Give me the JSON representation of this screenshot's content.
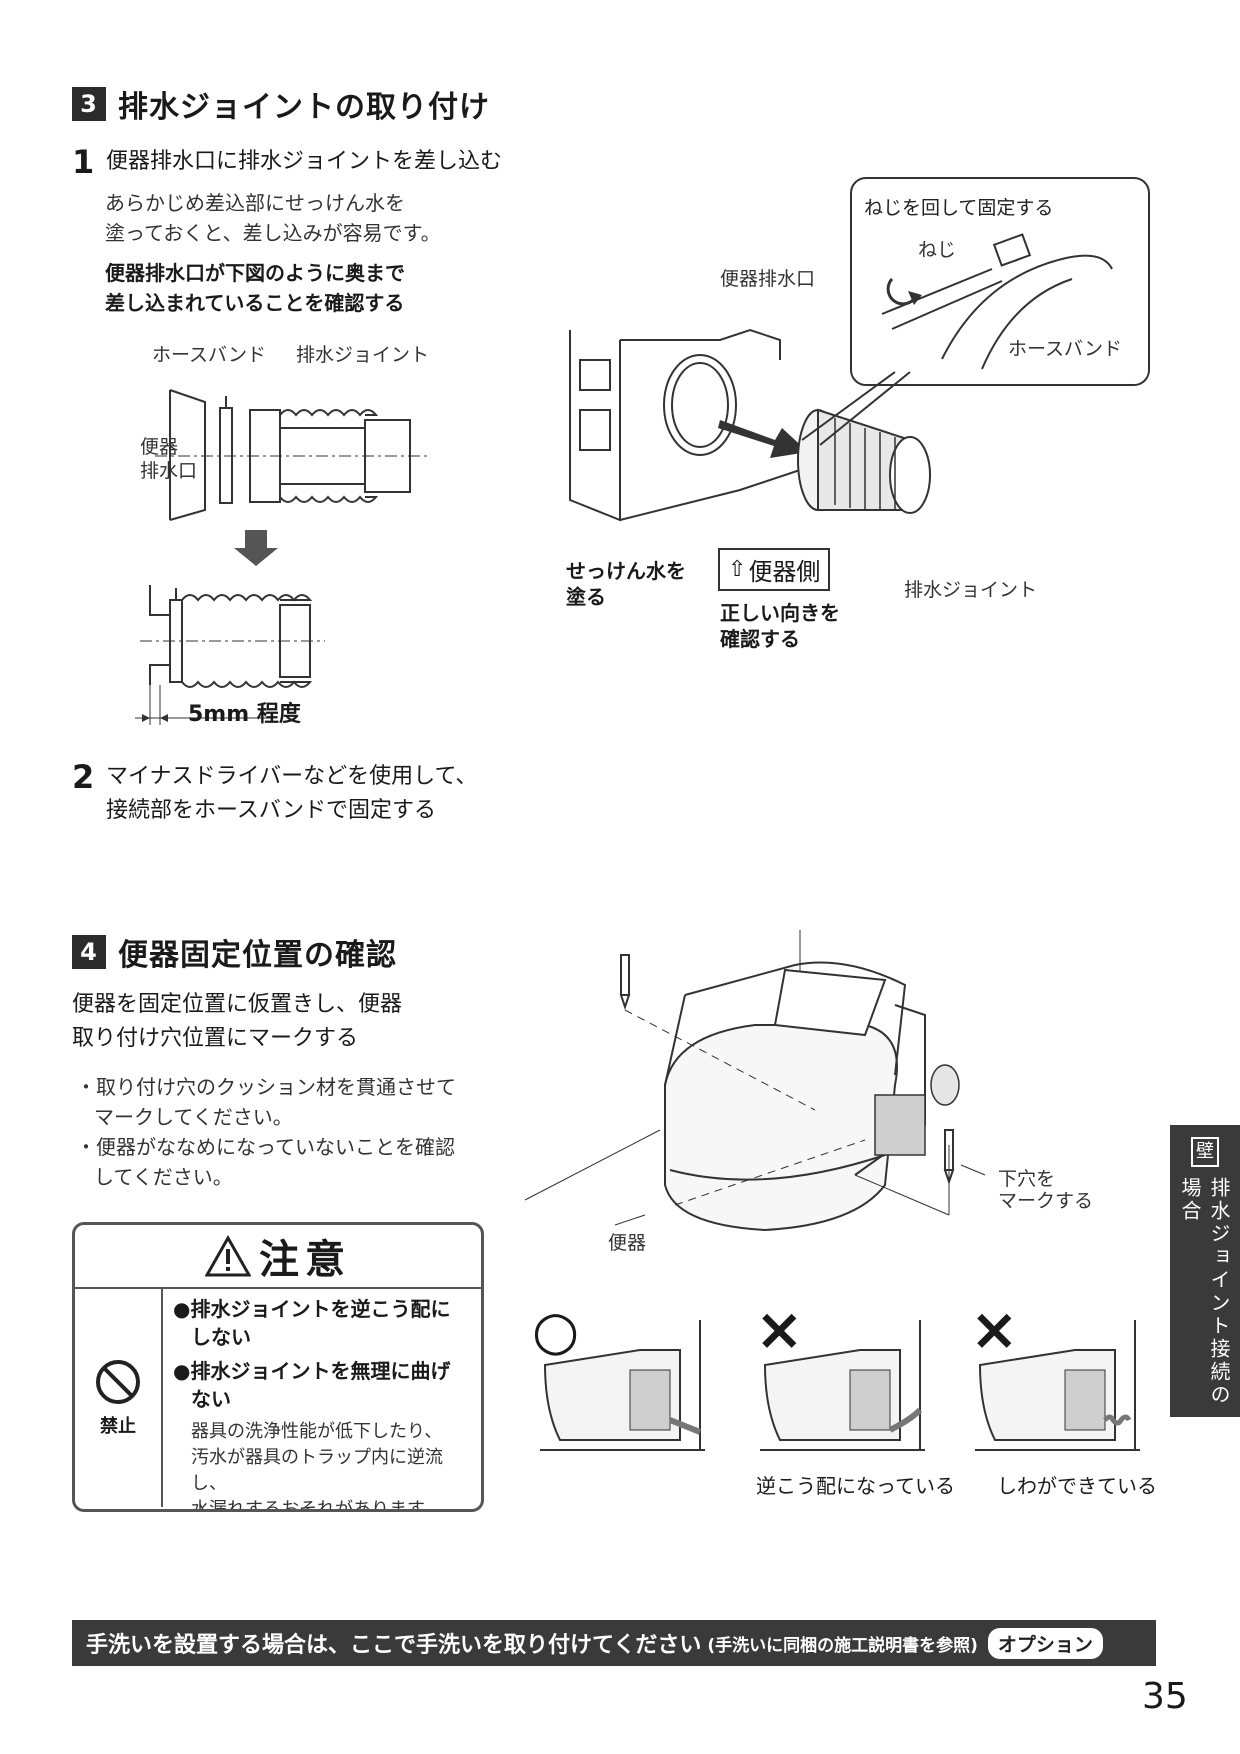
{
  "section3": {
    "number": "3",
    "title": "排水ジョイントの取り付け",
    "step1": {
      "num": "1",
      "text": "便器排水口に排水ジョイントを差し込む",
      "note1": "あらかじめ差込部にせっけん水を",
      "note2": "塗っておくと、差し込みが容易です。",
      "bold1": "便器排水口が下図のように奥まで",
      "bold2": "差し込まれていることを確認する"
    },
    "diagram": {
      "hose_band": "ホースバンド",
      "joint": "排水ジョイント",
      "outlet1": "便器",
      "outlet2": "排水口",
      "gap": "5mm 程度"
    },
    "step2": {
      "num": "2",
      "line1": "マイナスドライバーなどを使用して、",
      "line2": "接続部をホースバンドで固定する"
    },
    "right": {
      "callout_title": "ねじを回して固定する",
      "screw": "ねじ",
      "hose_band": "ホースバンド",
      "outlet": "便器排水口",
      "soap1": "せっけん水を",
      "soap2": "塗る",
      "toilet_side": "便器側",
      "direction1": "正しい向きを",
      "direction2": "確認する",
      "joint": "排水ジョイント"
    }
  },
  "section4": {
    "number": "4",
    "title": "便器固定位置の確認",
    "text1": "便器を固定位置に仮置きし、便器",
    "text2": "取り付け穴位置にマークする",
    "bullet1a": "・取り付け穴のクッション材を貫通させて",
    "bullet1b": "マークしてください。",
    "bullet2a": "・便器がななめになっていないことを確認",
    "bullet2b": "してください。",
    "toilet_label": "便器",
    "mark1": "下穴を",
    "mark2": "マークする",
    "ok_symbol": "○",
    "ng_symbol": "×",
    "ng1_caption": "逆こう配になっている",
    "ng2_caption": "しわができている"
  },
  "caution": {
    "title": "注意",
    "prohibit": "禁止",
    "item1a": "●排水ジョイントを逆こう配に",
    "item1b": "しない",
    "item2a": "●排水ジョイントを無理に曲げ",
    "item2b": "ない",
    "note1": "器具の洗浄性能が低下したり、",
    "note2": "汚水が器具のトラップ内に逆流し、",
    "note3": "水漏れするおそれがあります。"
  },
  "banner": {
    "main": "手洗いを設置する場合は、ここで手洗いを取り付けてください",
    "sub": "(手洗いに同梱の施工説明書を参照)",
    "badge": "オプション"
  },
  "side_tab": {
    "kanji": "壁",
    "text": "排水ジョイント接続の場合"
  },
  "page_number": "35"
}
